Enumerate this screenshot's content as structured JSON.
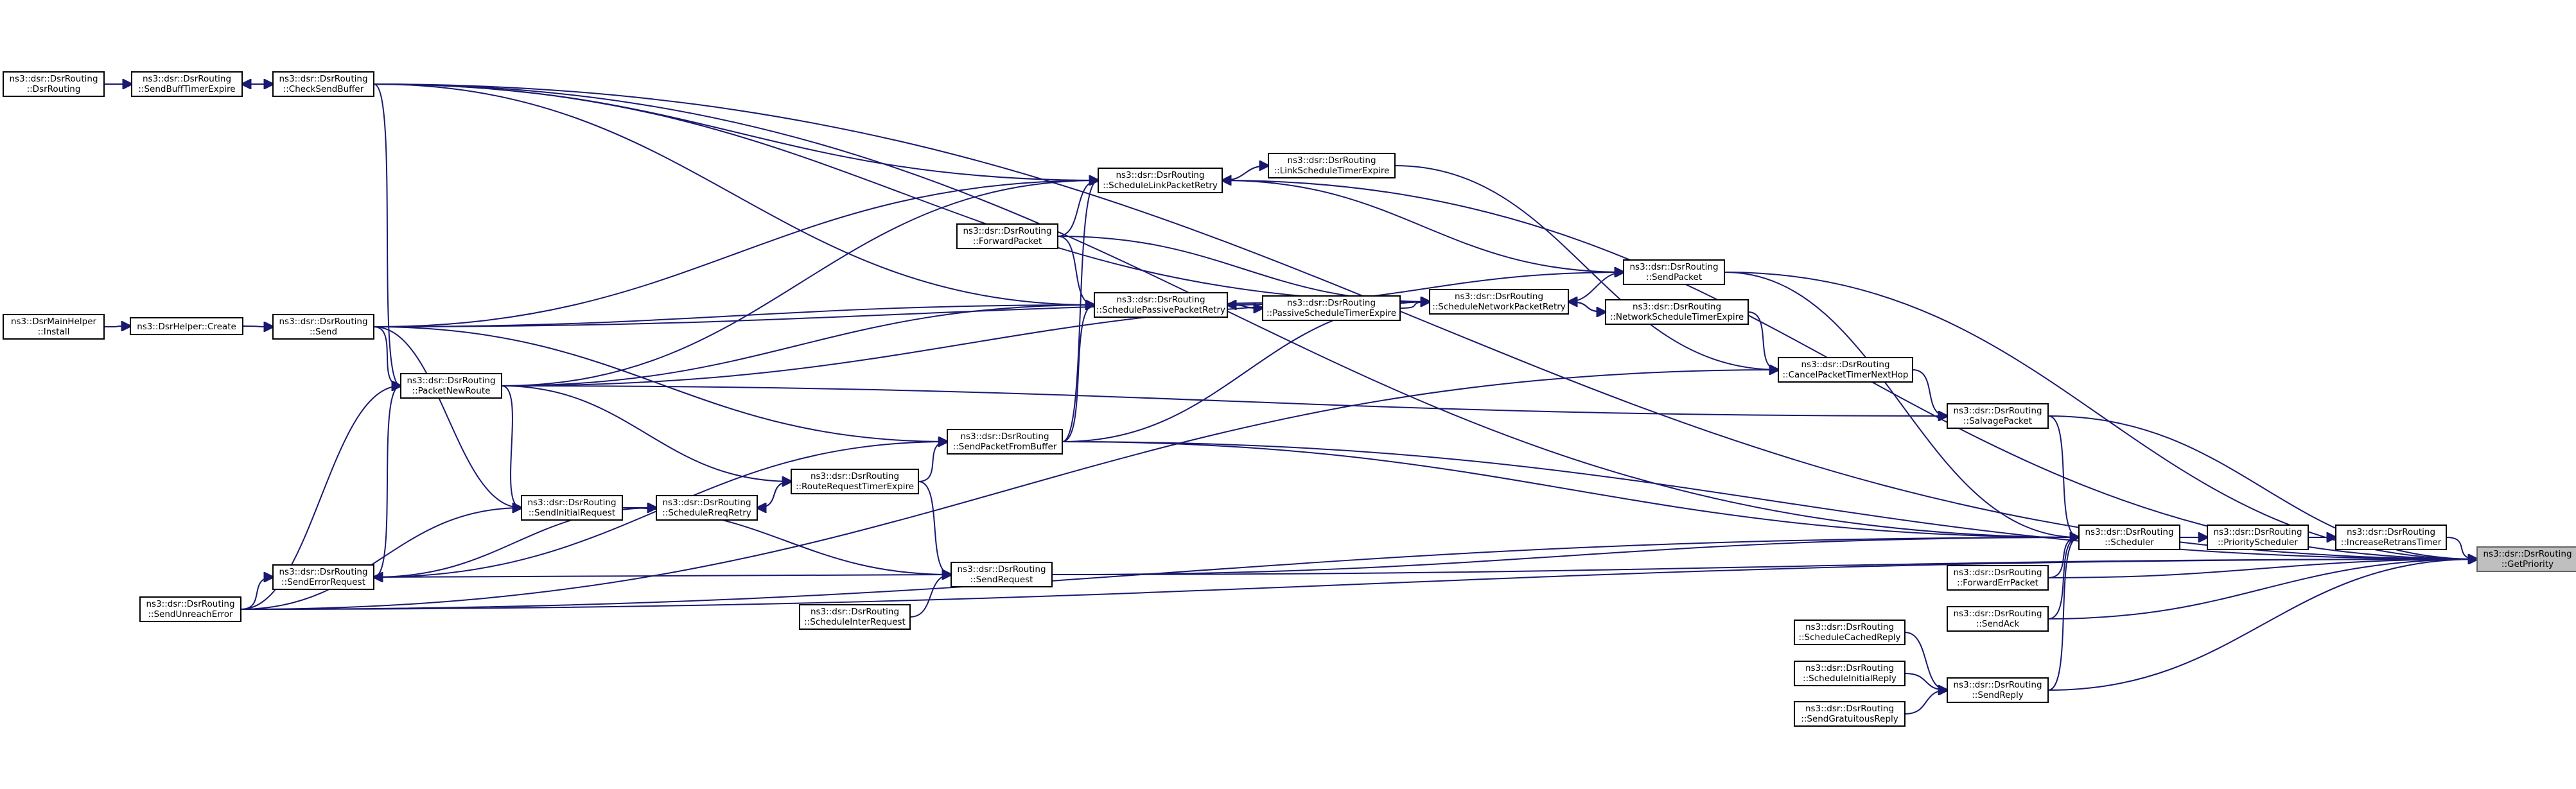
{
  "graph": {
    "type": "call-graph",
    "edge_color": "#191970",
    "root_fill": "#bfbfbf",
    "nodes": [
      {
        "id": "DsrRouting",
        "lines": [
          "ns3::dsr::DsrRouting",
          "::DsrRouting"
        ]
      },
      {
        "id": "SendBuffTimerExpire",
        "lines": [
          "ns3::dsr::DsrRouting",
          "::SendBuffTimerExpire"
        ]
      },
      {
        "id": "CheckSendBuffer",
        "lines": [
          "ns3::dsr::DsrRouting",
          "::CheckSendBuffer"
        ]
      },
      {
        "id": "Install",
        "lines": [
          "ns3::DsrMainHelper",
          "::Install"
        ]
      },
      {
        "id": "Create",
        "lines": [
          "ns3::DsrHelper::Create"
        ]
      },
      {
        "id": "Send",
        "lines": [
          "ns3::dsr::DsrRouting",
          "::Send"
        ]
      },
      {
        "id": "PacketNewRoute",
        "lines": [
          "ns3::dsr::DsrRouting",
          "::PacketNewRoute"
        ]
      },
      {
        "id": "SendInitialRequest",
        "lines": [
          "ns3::dsr::DsrRouting",
          "::SendInitialRequest"
        ]
      },
      {
        "id": "ScheduleRreqRetry",
        "lines": [
          "ns3::dsr::DsrRouting",
          "::ScheduleRreqRetry"
        ]
      },
      {
        "id": "RouteRequestTimerExpire",
        "lines": [
          "ns3::dsr::DsrRouting",
          "::RouteRequestTimerExpire"
        ]
      },
      {
        "id": "SendErrorRequest",
        "lines": [
          "ns3::dsr::DsrRouting",
          "::SendErrorRequest"
        ]
      },
      {
        "id": "SendUnreachError",
        "lines": [
          "ns3::dsr::DsrRouting",
          "::SendUnreachError"
        ]
      },
      {
        "id": "ScheduleInterRequest",
        "lines": [
          "ns3::dsr::DsrRouting",
          "::ScheduleInterRequest"
        ]
      },
      {
        "id": "SendRequest",
        "lines": [
          "ns3::dsr::DsrRouting",
          "::SendRequest"
        ]
      },
      {
        "id": "SendPacketFromBuffer",
        "lines": [
          "ns3::dsr::DsrRouting",
          "::SendPacketFromBuffer"
        ]
      },
      {
        "id": "ForwardPacket",
        "lines": [
          "ns3::dsr::DsrRouting",
          "::ForwardPacket"
        ]
      },
      {
        "id": "ScheduleLinkPacketRetry",
        "lines": [
          "ns3::dsr::DsrRouting",
          "::ScheduleLinkPacketRetry"
        ]
      },
      {
        "id": "LinkScheduleTimerExpire",
        "lines": [
          "ns3::dsr::DsrRouting",
          "::LinkScheduleTimerExpire"
        ]
      },
      {
        "id": "SchedulePassivePacketRetry",
        "lines": [
          "ns3::dsr::DsrRouting",
          "::SchedulePassivePacketRetry"
        ]
      },
      {
        "id": "PassiveScheduleTimerExpire",
        "lines": [
          "ns3::dsr::DsrRouting",
          "::PassiveScheduleTimerExpire"
        ]
      },
      {
        "id": "ScheduleNetworkPacketRetry",
        "lines": [
          "ns3::dsr::DsrRouting",
          "::ScheduleNetworkPacketRetry"
        ]
      },
      {
        "id": "NetworkScheduleTimerExpire",
        "lines": [
          "ns3::dsr::DsrRouting",
          "::NetworkScheduleTimerExpire"
        ]
      },
      {
        "id": "SendPacket",
        "lines": [
          "ns3::dsr::DsrRouting",
          "::SendPacket"
        ]
      },
      {
        "id": "CancelPacketTimerNextHop",
        "lines": [
          "ns3::dsr::DsrRouting",
          "::CancelPacketTimerNextHop"
        ]
      },
      {
        "id": "SalvagePacket",
        "lines": [
          "ns3::dsr::DsrRouting",
          "::SalvagePacket"
        ]
      },
      {
        "id": "Scheduler",
        "lines": [
          "ns3::dsr::DsrRouting",
          "::Scheduler"
        ]
      },
      {
        "id": "ForwardErrPacket",
        "lines": [
          "ns3::dsr::DsrRouting",
          "::ForwardErrPacket"
        ]
      },
      {
        "id": "SendAck",
        "lines": [
          "ns3::dsr::DsrRouting",
          "::SendAck"
        ]
      },
      {
        "id": "ScheduleCachedReply",
        "lines": [
          "ns3::dsr::DsrRouting",
          "::ScheduleCachedReply"
        ]
      },
      {
        "id": "ScheduleInitialReply",
        "lines": [
          "ns3::dsr::DsrRouting",
          "::ScheduleInitialReply"
        ]
      },
      {
        "id": "SendGratuitousReply",
        "lines": [
          "ns3::dsr::DsrRouting",
          "::SendGratuitousReply"
        ]
      },
      {
        "id": "SendReply",
        "lines": [
          "ns3::dsr::DsrRouting",
          "::SendReply"
        ]
      },
      {
        "id": "PriorityScheduler",
        "lines": [
          "ns3::dsr::DsrRouting",
          "::PriorityScheduler"
        ]
      },
      {
        "id": "IncreaseRetransTimer",
        "lines": [
          "ns3::dsr::DsrRouting",
          "::IncreaseRetransTimer"
        ]
      },
      {
        "id": "GetPriority",
        "lines": [
          "ns3::dsr::DsrRouting",
          "::GetPriority"
        ],
        "root": true
      }
    ],
    "edges": [
      {
        "from": "GetPriority",
        "to": "CheckSendBuffer"
      },
      {
        "from": "GetPriority",
        "to": "ScheduleLinkPacketRetry"
      },
      {
        "from": "GetPriority",
        "to": "SendPacket"
      },
      {
        "from": "GetPriority",
        "to": "SalvagePacket"
      },
      {
        "from": "GetPriority",
        "to": "SendPacketFromBuffer"
      },
      {
        "from": "GetPriority",
        "to": "IncreaseRetransTimer"
      },
      {
        "from": "GetPriority",
        "to": "ForwardErrPacket"
      },
      {
        "from": "GetPriority",
        "to": "SendAck"
      },
      {
        "from": "GetPriority",
        "to": "SendRequest"
      },
      {
        "from": "GetPriority",
        "to": "SendReply"
      },
      {
        "from": "GetPriority",
        "to": "SendUnreachError"
      },
      {
        "from": "IncreaseRetransTimer",
        "to": "PriorityScheduler"
      },
      {
        "from": "PriorityScheduler",
        "to": "Scheduler"
      },
      {
        "from": "Scheduler",
        "to": "SendPacketFromBuffer"
      },
      {
        "from": "Scheduler",
        "to": "SendPacket"
      },
      {
        "from": "Scheduler",
        "to": "SalvagePacket"
      },
      {
        "from": "Scheduler",
        "to": "SendRequest"
      },
      {
        "from": "Scheduler",
        "to": "ForwardErrPacket"
      },
      {
        "from": "Scheduler",
        "to": "SendAck"
      },
      {
        "from": "Scheduler",
        "to": "SendReply"
      },
      {
        "from": "Scheduler",
        "to": "SendUnreachError"
      },
      {
        "from": "Scheduler",
        "to": "CheckSendBuffer"
      },
      {
        "from": "SalvagePacket",
        "to": "CancelPacketTimerNextHop"
      },
      {
        "from": "SalvagePacket",
        "to": "PacketNewRoute"
      },
      {
        "from": "CancelPacketTimerNextHop",
        "to": "SendUnreachError"
      },
      {
        "from": "CancelPacketTimerNextHop",
        "to": "NetworkScheduleTimerExpire"
      },
      {
        "from": "CancelPacketTimerNextHop",
        "to": "LinkScheduleTimerExpire"
      },
      {
        "from": "SendPacket",
        "to": "ScheduleNetworkPacketRetry"
      },
      {
        "from": "SendPacket",
        "to": "SchedulePassivePacketRetry"
      },
      {
        "from": "SendPacket",
        "to": "ScheduleLinkPacketRetry"
      },
      {
        "from": "NetworkScheduleTimerExpire",
        "to": "ScheduleNetworkPacketRetry"
      },
      {
        "from": "ScheduleNetworkPacketRetry",
        "to": "NetworkScheduleTimerExpire"
      },
      {
        "from": "ScheduleNetworkPacketRetry",
        "to": "ForwardPacket"
      },
      {
        "from": "ScheduleNetworkPacketRetry",
        "to": "Send"
      },
      {
        "from": "ScheduleNetworkPacketRetry",
        "to": "PacketNewRoute"
      },
      {
        "from": "ScheduleNetworkPacketRetry",
        "to": "SendPacketFromBuffer"
      },
      {
        "from": "ScheduleNetworkPacketRetry",
        "to": "CheckSendBuffer"
      },
      {
        "from": "ScheduleNetworkPacketRetry",
        "to": "PassiveScheduleTimerExpire"
      },
      {
        "from": "PassiveScheduleTimerExpire",
        "to": "SchedulePassivePacketRetry"
      },
      {
        "from": "SchedulePassivePacketRetry",
        "to": "PassiveScheduleTimerExpire"
      },
      {
        "from": "SchedulePassivePacketRetry",
        "to": "ForwardPacket"
      },
      {
        "from": "SchedulePassivePacketRetry",
        "to": "Send"
      },
      {
        "from": "SchedulePassivePacketRetry",
        "to": "PacketNewRoute"
      },
      {
        "from": "SchedulePassivePacketRetry",
        "to": "SendPacketFromBuffer"
      },
      {
        "from": "SchedulePassivePacketRetry",
        "to": "CheckSendBuffer"
      },
      {
        "from": "LinkScheduleTimerExpire",
        "to": "ScheduleLinkPacketRetry"
      },
      {
        "from": "ScheduleLinkPacketRetry",
        "to": "LinkScheduleTimerExpire"
      },
      {
        "from": "ScheduleLinkPacketRetry",
        "to": "ForwardPacket"
      },
      {
        "from": "ScheduleLinkPacketRetry",
        "to": "Send"
      },
      {
        "from": "ScheduleLinkPacketRetry",
        "to": "PacketNewRoute"
      },
      {
        "from": "ScheduleLinkPacketRetry",
        "to": "SendPacketFromBuffer"
      },
      {
        "from": "ScheduleLinkPacketRetry",
        "to": "CheckSendBuffer"
      },
      {
        "from": "SendPacketFromBuffer",
        "to": "RouteRequestTimerExpire"
      },
      {
        "from": "SendPacketFromBuffer",
        "to": "Send"
      },
      {
        "from": "SendPacketFromBuffer",
        "to": "SendErrorRequest"
      },
      {
        "from": "SendRequest",
        "to": "RouteRequestTimerExpire"
      },
      {
        "from": "SendRequest",
        "to": "SendInitialRequest"
      },
      {
        "from": "SendRequest",
        "to": "ScheduleInterRequest"
      },
      {
        "from": "SendRequest",
        "to": "SendErrorRequest"
      },
      {
        "from": "SendReply",
        "to": "ScheduleCachedReply"
      },
      {
        "from": "SendReply",
        "to": "ScheduleInitialReply"
      },
      {
        "from": "SendReply",
        "to": "SendGratuitousReply"
      },
      {
        "from": "RouteRequestTimerExpire",
        "to": "ScheduleRreqRetry"
      },
      {
        "from": "RouteRequestTimerExpire",
        "to": "PacketNewRoute"
      },
      {
        "from": "ScheduleRreqRetry",
        "to": "RouteRequestTimerExpire"
      },
      {
        "from": "ScheduleRreqRetry",
        "to": "SendInitialRequest"
      },
      {
        "from": "ScheduleRreqRetry",
        "to": "SendErrorRequest"
      },
      {
        "from": "SendInitialRequest",
        "to": "PacketNewRoute"
      },
      {
        "from": "SendInitialRequest",
        "to": "Send"
      },
      {
        "from": "SendInitialRequest",
        "to": "SendUnreachError"
      },
      {
        "from": "SendErrorRequest",
        "to": "SendUnreachError"
      },
      {
        "from": "SendErrorRequest",
        "to": "PacketNewRoute"
      },
      {
        "from": "PacketNewRoute",
        "to": "Send"
      },
      {
        "from": "PacketNewRoute",
        "to": "SendUnreachError"
      },
      {
        "from": "PacketNewRoute",
        "to": "CheckSendBuffer"
      },
      {
        "from": "Send",
        "to": "Create"
      },
      {
        "from": "Create",
        "to": "Install"
      },
      {
        "from": "CheckSendBuffer",
        "to": "SendBuffTimerExpire"
      },
      {
        "from": "SendBuffTimerExpire",
        "to": "DsrRouting"
      },
      {
        "from": "SendBuffTimerExpire",
        "to": "CheckSendBuffer"
      }
    ]
  }
}
